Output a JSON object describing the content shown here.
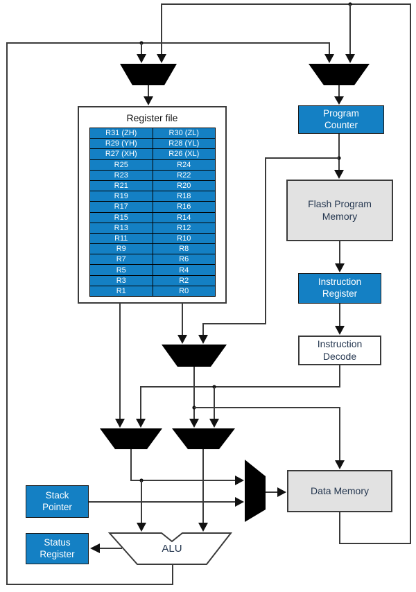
{
  "diagram_labels": {
    "register_file_title": "Register file",
    "program_counter": "Program\nCounter",
    "flash_program_memory": "Flash Program\nMemory",
    "instruction_register": "Instruction\nRegister",
    "instruction_decode": "Instruction\nDecode",
    "data_memory": "Data Memory",
    "stack_pointer": "Stack\nPointer",
    "status_register": "Status\nRegister",
    "alu": "ALU"
  },
  "registers": {
    "rows": [
      [
        "R31 (ZH)",
        "R30 (ZL)"
      ],
      [
        "R29 (YH)",
        "R28 (YL)"
      ],
      [
        "R27 (XH)",
        "R26 (XL)"
      ],
      [
        "R25",
        "R24"
      ],
      [
        "R23",
        "R22"
      ],
      [
        "R21",
        "R20"
      ],
      [
        "R19",
        "R18"
      ],
      [
        "R17",
        "R16"
      ],
      [
        "R15",
        "R14"
      ],
      [
        "R13",
        "R12"
      ],
      [
        "R11",
        "R10"
      ],
      [
        "R9",
        "R8"
      ],
      [
        "R7",
        "R6"
      ],
      [
        "R5",
        "R4"
      ],
      [
        "R3",
        "R2"
      ],
      [
        "R1",
        "R0"
      ]
    ]
  },
  "colors": {
    "accent_blue": "#1480c4",
    "box_gray": "#e2e2e2",
    "line_dark": "#3a3a3a",
    "text_dark_navy": "#24364f",
    "text_white": "#ffffff"
  }
}
